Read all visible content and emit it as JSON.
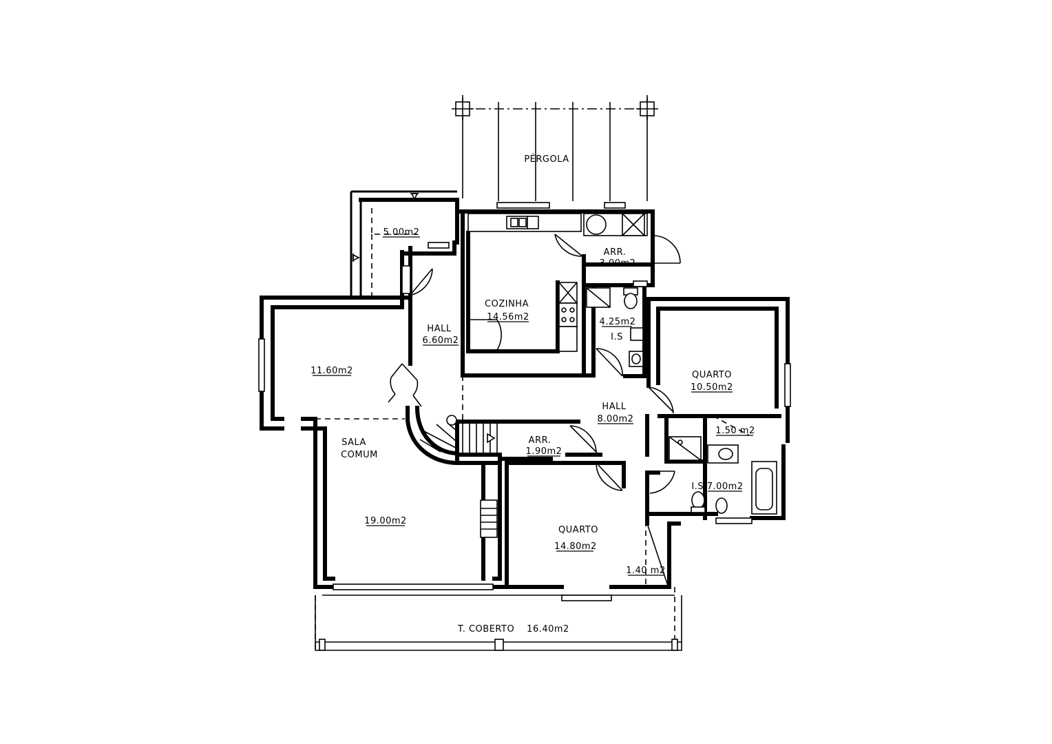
{
  "plan": {
    "labels": {
      "pergola": "PÉRGOLA",
      "patio_area": "5.00m2",
      "arr_top_name": "ARR.",
      "arr_top_area": "3.00m2",
      "cozinha_name": "COZINHA",
      "cozinha_area": "14.56m2",
      "hall1_name": "HALL",
      "hall1_area": "6.60m2",
      "is1_area": "4.25m2",
      "is1_name": "I.S",
      "room_left_area": "11.60m2",
      "quarto1_name": "QUARTO",
      "quarto1_area": "10.50m2",
      "hall2_name": "HALL",
      "hall2_area": "8.00m2",
      "closet1_area": "1.50 m2",
      "sala_name1": "SALA",
      "sala_name2": "COMUM",
      "arr_mid_name": "ARR.",
      "arr_mid_area": "1.90m2",
      "is2_label": "I.S  7.00m2",
      "sala_area": "19.00m2",
      "quarto2_name": "QUARTO",
      "quarto2_area": "14.80m2",
      "closet2_area": "1.40 m2",
      "terrace_name": "T. COBERTO",
      "terrace_area": "16.40m2"
    }
  }
}
